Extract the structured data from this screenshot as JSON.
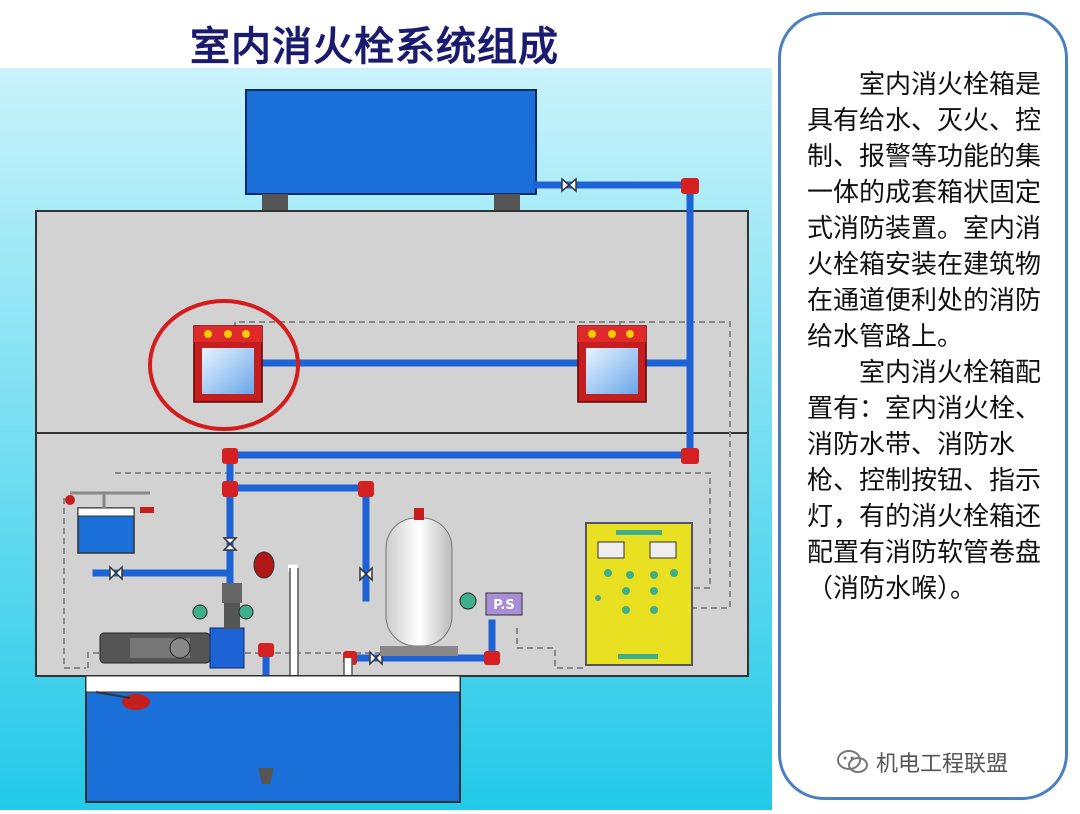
{
  "title": "室内消火栓系统组成",
  "description": {
    "paragraph1": "室内消火栓箱是具有给水、灭火、控制、报警等功能的集一体的成套箱状固定式消防装置。室内消火栓箱安装在建筑物在通道便利处的消防给水管路上。",
    "paragraph2": "室内消火栓箱配置有：室内消火栓、消防水带、消防水枪、控制按钮、指示灯，有的消火栓箱还配置有消防软管卷盘（消防水喉）。"
  },
  "diagram": {
    "pressure_switch_label": "P.S"
  },
  "watermark": "机电工程联盟",
  "colors": {
    "title": "#1a1a6e",
    "pipe": "#1e63d6",
    "hydrant_box": "#d42020",
    "highlight_circle": "#d41c1c",
    "tank": "#1a6fd8",
    "control_cabinet": "#e8e020",
    "panel_border": "#4a7fc1"
  }
}
